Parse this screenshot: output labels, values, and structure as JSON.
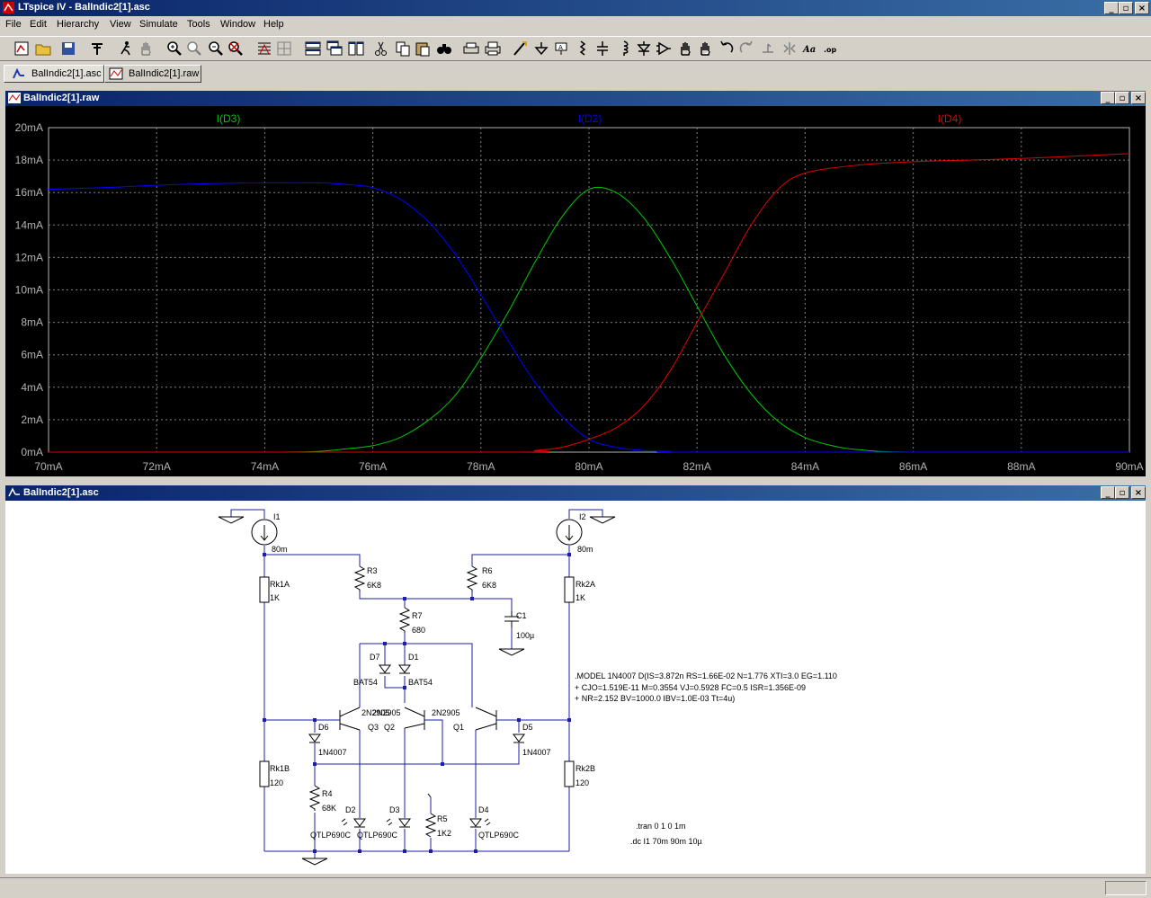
{
  "app": {
    "title": "LTspice IV - BalIndic2[1].asc",
    "window_buttons": [
      "_",
      "▫",
      "×"
    ]
  },
  "menu": [
    "File",
    "Edit",
    "Hierarchy",
    "View",
    "Simulate",
    "Tools",
    "Window",
    "Help"
  ],
  "toolbar": {
    "icons": [
      "new-schematic-icon",
      "open-icon",
      "save-icon",
      "control-panel-icon",
      "run-icon",
      "pan-icon",
      "zoom-in-icon",
      "zoom-fit-icon",
      "zoom-out-icon",
      "autorange-icon",
      "grid-icon",
      "attribute-icon",
      "tile-horizontal-icon",
      "cascade-icon",
      "tile-vertical-icon",
      "cut-icon",
      "copy-icon",
      "paste-icon",
      "find-icon",
      "print-setup-icon",
      "print-icon",
      "wire-icon",
      "ground-icon",
      "label-icon",
      "resistor-icon",
      "capacitor-icon",
      "inductor-icon",
      "diode-icon",
      "component-icon",
      "move-icon",
      "drag-icon",
      "undo-icon",
      "redo-icon",
      "rotate-icon",
      "mirror-icon",
      "text-icon",
      "spice-directive-icon"
    ],
    "text_icon_label": "Aa",
    "directive_icon_label": ".op"
  },
  "tabs": [
    {
      "label": "BalIndic2[1].asc",
      "active": true
    },
    {
      "label": "BalIndic2[1].raw",
      "active": false
    }
  ],
  "plot": {
    "title": "BalIndic2[1].raw",
    "background": "#000000",
    "grid_color": "#808080",
    "axis_text_color": "#b4b4b4"
  },
  "schematic_window": {
    "title": "BalIndic2[1].asc",
    "wire_color": "#1e1eaa",
    "model_lines": [
      ".MODEL  1N4007  D(IS=3.872n RS=1.66E-02 N=1.776 XTI=3.0 EG=1.110",
      "+ CJO=1.519E-11 M=0.3554 VJ=0.5928 FC=0.5 ISR=1.356E-09",
      "+ NR=2.152 BV=1000.0 IBV=1.0E-03 Tt=4u)"
    ],
    "directives": [
      ".tran 0 1 0 1m",
      ".dc I1 70m 90m 10µ"
    ],
    "labels": {
      "I1": "I1",
      "I1v": "80m",
      "I2": "I2",
      "I2v": "80m",
      "R3": "R3",
      "R3v": "6K8",
      "R6": "R6",
      "R6v": "6K8",
      "Rk1A": "Rk1A",
      "Rk1Av": "1K",
      "Rk2A": "Rk2A",
      "Rk2Av": "1K",
      "R7": "R7",
      "R7v": "680",
      "C1": "C1",
      "C1v": "100µ",
      "D7": "D7",
      "D1": "D1",
      "BAT1": "BAT54",
      "BAT2": "BAT54",
      "Q3m": "2N2905",
      "Q2m": "2N2905",
      "Q1m": "2N2905",
      "Q3": "Q3",
      "Q2": "Q2",
      "Q1": "Q1",
      "D6": "D6",
      "D6v": "1N4007",
      "D5": "D5",
      "D5v": "1N4007",
      "Rk1B": "Rk1B",
      "Rk1Bv": "120",
      "Rk2B": "Rk2B",
      "Rk2Bv": "120",
      "R4": "R4",
      "R4v": "68K",
      "R5": "R5",
      "R5v": "1K2",
      "D2": "D2",
      "D2v": "QTLP690C",
      "D3": "D3",
      "D3v": "QTLP690C",
      "D4": "D4",
      "D4v": "QTLP690C"
    }
  },
  "chart_data": {
    "type": "line",
    "title": "",
    "xlabel": "",
    "ylabel": "",
    "xlim": [
      70,
      90
    ],
    "ylim": [
      0,
      20
    ],
    "x_unit": "mA",
    "y_unit": "mA",
    "x_ticks": [
      "70mA",
      "72mA",
      "74mA",
      "76mA",
      "78mA",
      "80mA",
      "82mA",
      "84mA",
      "86mA",
      "88mA",
      "90mA"
    ],
    "y_ticks": [
      "0mA",
      "2mA",
      "4mA",
      "6mA",
      "8mA",
      "10mA",
      "12mA",
      "14mA",
      "16mA",
      "18mA",
      "20mA"
    ],
    "grid": true,
    "series": [
      {
        "name": "I(D3)",
        "color": "#00c800",
        "x": [
          70,
          74,
          75,
          75.5,
          76,
          76.5,
          77,
          77.5,
          78,
          78.5,
          79,
          79.5,
          80,
          80.5,
          81,
          81.5,
          82,
          82.5,
          83,
          83.5,
          84,
          84.5,
          85,
          86,
          90
        ],
        "y": [
          0,
          0,
          0.05,
          0.2,
          0.4,
          0.9,
          1.9,
          3.4,
          5.8,
          8.6,
          11.7,
          14.5,
          16.2,
          16,
          14.5,
          12,
          9,
          6,
          3.6,
          1.9,
          0.9,
          0.4,
          0.15,
          0,
          0
        ]
      },
      {
        "name": "I(D2)",
        "color": "#0000ff",
        "x": [
          70,
          71,
          72,
          73,
          74,
          75,
          75.5,
          76,
          76.5,
          77,
          77.5,
          78,
          78.5,
          79,
          79.5,
          80,
          80.5,
          81,
          81.5,
          82,
          90
        ],
        "y": [
          16.2,
          16.3,
          16.45,
          16.55,
          16.6,
          16.6,
          16.5,
          16.3,
          15.6,
          14.3,
          12.3,
          9.7,
          6.9,
          4.3,
          2.2,
          0.8,
          0.3,
          0.1,
          0.05,
          0,
          0
        ]
      },
      {
        "name": "I(D4)",
        "color": "#e00000",
        "x": [
          70,
          78.5,
          79,
          79.5,
          80,
          80.5,
          81,
          81.5,
          82,
          82.5,
          83,
          83.5,
          84,
          85,
          86,
          87,
          88,
          89,
          90
        ],
        "y": [
          0,
          0,
          0.1,
          0.3,
          0.8,
          1.5,
          2.8,
          5,
          8,
          11,
          14,
          16.2,
          17.2,
          17.7,
          17.9,
          18,
          18.1,
          18.25,
          18.4
        ]
      }
    ]
  }
}
